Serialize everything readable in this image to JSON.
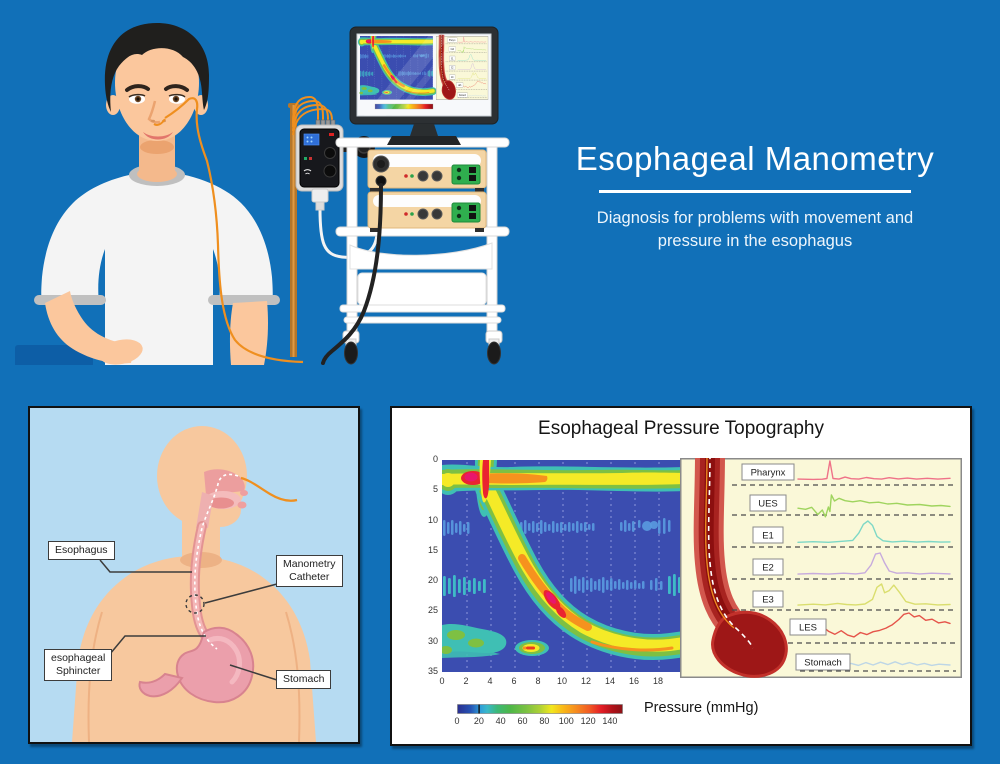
{
  "colors": {
    "background": "#1170b8",
    "panel_border": "#111111",
    "anatomy_panel_bg": "#b6dbf2",
    "skin_tone": "#f7c89e",
    "heatmap_bg": "#3b4db0",
    "catheter_orange": "#ef8f1f",
    "esophagus_red": "#a82320",
    "device_beige": "#f4d5a4",
    "port_green": "#2fae4e"
  },
  "header": {
    "title": "Esophageal Manometry",
    "subtitle_line1": "Diagnosis for problems with movement and",
    "subtitle_line2": "pressure in the esophagus"
  },
  "anatomy_panel": {
    "label_esophagus": "Esophagus",
    "label_catheter": "Manometry\nCatheter",
    "label_sphincter": "esophageal\nSphincter",
    "label_stomach": "Stomach"
  },
  "chart_data": [
    {
      "type": "heatmap",
      "title": "Esophageal Pressure Topography",
      "x_ticks": [
        0,
        2,
        4,
        6,
        8,
        10,
        12,
        14,
        16,
        18
      ],
      "y_ticks": [
        0,
        5,
        10,
        15,
        20,
        25,
        30,
        35
      ],
      "x_range": [
        -2.1,
        18.2
      ],
      "y_range": [
        0,
        35
      ],
      "grid": "vertical-dashed-white",
      "colorbar": {
        "label": "Pressure (mmHg)",
        "ticks": [
          0,
          20,
          40,
          60,
          80,
          100,
          120,
          140
        ],
        "gradient": [
          "#2b2f90",
          "#2553b4",
          "#2f9fd8",
          "#3ab8c9",
          "#3cb878",
          "#4eb748",
          "#7dc242",
          "#aed136",
          "#f2e71e",
          "#f9b817",
          "#f68b1f",
          "#f15a24",
          "#e41e26",
          "#b01219",
          "#8c1217"
        ]
      }
    },
    {
      "type": "line",
      "series": [
        {
          "name": "Pharynx",
          "color": "#ef7288",
          "points": [
            [
              0,
              0.05
            ],
            [
              10,
              0.03
            ],
            [
              16,
              0.04
            ],
            [
              19,
              0.08
            ],
            [
              21,
              1.0
            ],
            [
              23,
              0.08
            ],
            [
              27,
              0.05
            ],
            [
              31,
              0.15
            ],
            [
              35,
              0.07
            ],
            [
              40,
              0.05
            ],
            [
              45,
              0.13
            ],
            [
              50,
              0.07
            ],
            [
              55,
              0.05
            ],
            [
              60,
              0.12
            ],
            [
              66,
              0.06
            ],
            [
              72,
              0.1
            ],
            [
              78,
              0.05
            ],
            [
              85,
              0.09
            ],
            [
              92,
              0.05
            ],
            [
              100,
              0.09
            ]
          ]
        },
        {
          "name": "UES",
          "color": "#9fd45e",
          "points": [
            [
              0,
              0.12
            ],
            [
              5,
              0.05
            ],
            [
              9,
              0.18
            ],
            [
              13,
              -0.3
            ],
            [
              16,
              0.0
            ],
            [
              18,
              -0.45
            ],
            [
              20,
              0.2
            ],
            [
              21,
              -0.1
            ],
            [
              22,
              1.0
            ],
            [
              24,
              0.6
            ],
            [
              27,
              0.78
            ],
            [
              31,
              0.62
            ],
            [
              36,
              0.55
            ],
            [
              41,
              0.62
            ],
            [
              47,
              0.48
            ],
            [
              53,
              0.52
            ],
            [
              59,
              0.4
            ],
            [
              65,
              0.45
            ],
            [
              72,
              0.33
            ],
            [
              80,
              0.37
            ],
            [
              88,
              0.27
            ],
            [
              94,
              0.3
            ],
            [
              100,
              0.24
            ]
          ]
        },
        {
          "name": "E1",
          "color": "#7ed8c6",
          "points": [
            [
              0,
              0.03
            ],
            [
              10,
              0.06
            ],
            [
              20,
              0.03
            ],
            [
              30,
              0.08
            ],
            [
              36,
              0.12
            ],
            [
              40,
              0.45
            ],
            [
              43,
              0.85
            ],
            [
              46,
              1.0
            ],
            [
              49,
              0.8
            ],
            [
              52,
              0.3
            ],
            [
              56,
              0.1
            ],
            [
              62,
              0.05
            ],
            [
              70,
              0.08
            ],
            [
              78,
              0.04
            ],
            [
              86,
              0.07
            ],
            [
              94,
              0.04
            ],
            [
              100,
              0.05
            ]
          ]
        },
        {
          "name": "E2",
          "color": "#c7abdd",
          "points": [
            [
              0,
              0.04
            ],
            [
              10,
              0.07
            ],
            [
              20,
              0.04
            ],
            [
              30,
              0.08
            ],
            [
              38,
              0.05
            ],
            [
              44,
              0.1
            ],
            [
              48,
              0.45
            ],
            [
              51,
              0.95
            ],
            [
              54,
              1.0
            ],
            [
              57,
              0.55
            ],
            [
              60,
              0.18
            ],
            [
              65,
              0.08
            ],
            [
              72,
              0.1
            ],
            [
              80,
              0.05
            ],
            [
              88,
              0.08
            ],
            [
              100,
              0.05
            ]
          ]
        },
        {
          "name": "E3",
          "color": "#dade6e",
          "points": [
            [
              0,
              0.04
            ],
            [
              10,
              0.08
            ],
            [
              18,
              0.05
            ],
            [
              26,
              0.12
            ],
            [
              32,
              0.07
            ],
            [
              38,
              0.05
            ],
            [
              44,
              0.09
            ],
            [
              49,
              0.3
            ],
            [
              52,
              0.85
            ],
            [
              55,
              1.0
            ],
            [
              57,
              0.6
            ],
            [
              60,
              0.7
            ],
            [
              63,
              0.95
            ],
            [
              67,
              0.6
            ],
            [
              71,
              0.2
            ],
            [
              77,
              0.08
            ],
            [
              84,
              0.1
            ],
            [
              92,
              0.05
            ],
            [
              100,
              0.07
            ]
          ]
        },
        {
          "name": "LES",
          "color": "#e5544a",
          "points": [
            [
              0,
              0.5
            ],
            [
              5,
              0.3
            ],
            [
              10,
              0.18
            ],
            [
              15,
              0.32
            ],
            [
              20,
              0.15
            ],
            [
              25,
              0.08
            ],
            [
              30,
              0.25
            ],
            [
              35,
              0.17
            ],
            [
              40,
              0.28
            ],
            [
              45,
              0.33
            ],
            [
              50,
              0.42
            ],
            [
              55,
              0.55
            ],
            [
              60,
              0.75
            ],
            [
              64,
              0.95
            ],
            [
              68,
              1.0
            ],
            [
              72,
              0.85
            ],
            [
              76,
              0.9
            ],
            [
              81,
              0.72
            ],
            [
              86,
              0.76
            ],
            [
              91,
              0.62
            ],
            [
              96,
              0.66
            ],
            [
              100,
              0.6
            ]
          ]
        },
        {
          "name": "Stomach",
          "color": "#bdd6e6",
          "points": [
            [
              0,
              0.1
            ],
            [
              7,
              0.35
            ],
            [
              13,
              0.15
            ],
            [
              19,
              0.45
            ],
            [
              25,
              0.2
            ],
            [
              31,
              0.55
            ],
            [
              37,
              0.25
            ],
            [
              43,
              0.6
            ],
            [
              49,
              0.3
            ],
            [
              55,
              0.65
            ],
            [
              61,
              0.3
            ],
            [
              67,
              0.55
            ],
            [
              73,
              0.25
            ],
            [
              79,
              0.45
            ],
            [
              85,
              0.2
            ],
            [
              91,
              0.35
            ],
            [
              100,
              0.25
            ]
          ]
        }
      ]
    }
  ]
}
